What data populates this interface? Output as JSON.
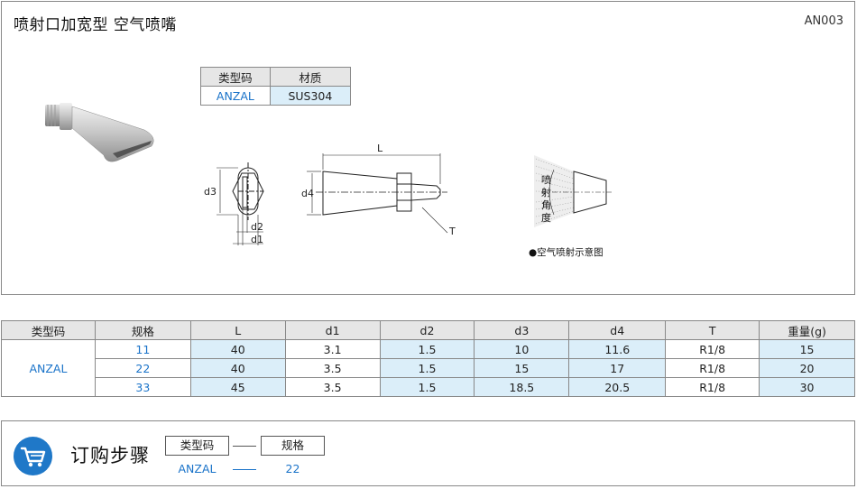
{
  "header": {
    "title": "喷射口加宽型  空气喷嘴",
    "code": "AN003"
  },
  "mini_table": {
    "headers": [
      "类型码",
      "材质"
    ],
    "values": [
      "ANZAL",
      "SUS304"
    ]
  },
  "drawing": {
    "labels": {
      "L": "L",
      "d3": "d3",
      "d4": "d4",
      "d2": "d2",
      "d1": "d1",
      "T": "T",
      "angle": [
        "喷",
        "射",
        "角",
        "度"
      ]
    },
    "legend": "●空气喷射示意图"
  },
  "spec_table": {
    "headers": [
      "类型码",
      "规格",
      "L",
      "d1",
      "d2",
      "d3",
      "d4",
      "T",
      "重量(g)"
    ],
    "type_code": "ANZAL",
    "rows": [
      [
        "11",
        "40",
        "3.1",
        "1.5",
        "10",
        "11.6",
        "R1/8",
        "15"
      ],
      [
        "22",
        "40",
        "3.5",
        "1.5",
        "15",
        "17",
        "R1/8",
        "20"
      ],
      [
        "33",
        "45",
        "3.5",
        "1.5",
        "18.5",
        "20.5",
        "R1/8",
        "30"
      ]
    ]
  },
  "order": {
    "title": "订购步骤",
    "step_labels": [
      "类型码",
      "规格"
    ],
    "step_values": [
      "ANZAL",
      "22"
    ],
    "icon": "cart-icon",
    "accent": "#1f78c8"
  }
}
